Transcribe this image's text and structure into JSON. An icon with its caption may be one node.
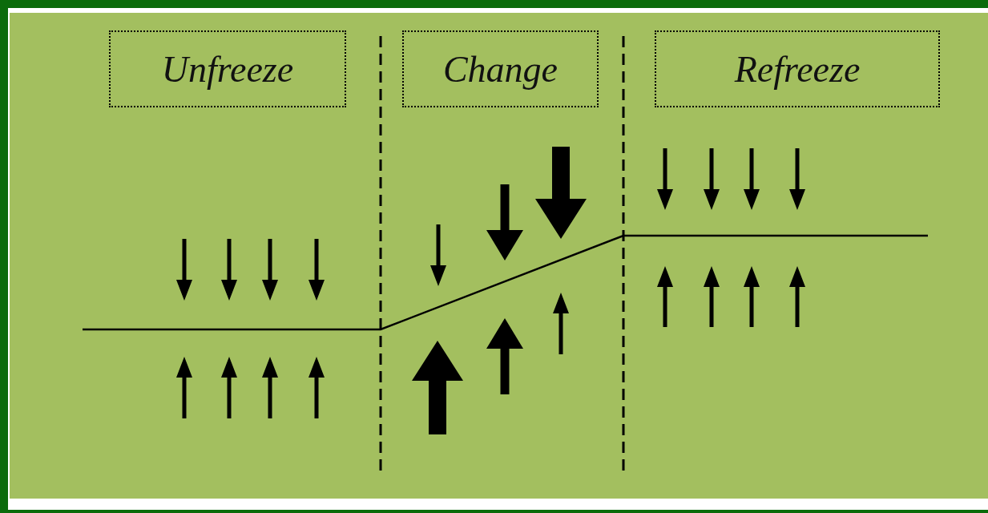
{
  "diagram": {
    "nodes": [
      {
        "text": [
          "Unfreeze"
        ]
      },
      {
        "text": [
          "Change"
        ]
      },
      {
        "text": [
          "Refreeze"
        ]
      }
    ]
  }
}
